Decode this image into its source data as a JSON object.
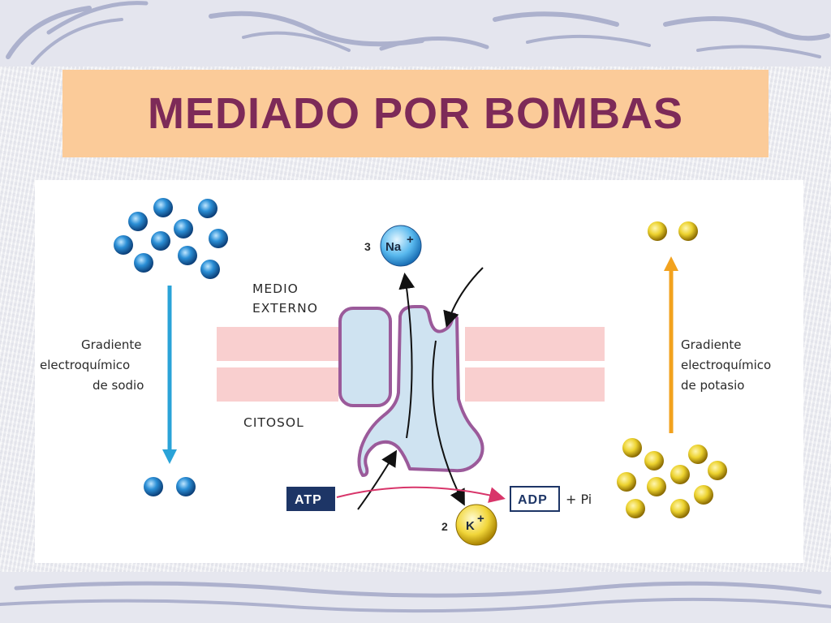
{
  "slide": {
    "title": "MEDIADO POR BOMBAS"
  },
  "diagram": {
    "medio_externo": [
      "MEDIO",
      "EXTERNO"
    ],
    "citosol": "CITOSOL",
    "sodium_gradient": [
      "Gradiente",
      "electroquímico",
      "de sodio"
    ],
    "potassium_gradient": [
      "Gradiente",
      "electroquímico",
      "de potasio"
    ],
    "na_count": "3",
    "na_label": "Na",
    "na_charge": "+",
    "k_count": "2",
    "k_label": "K",
    "k_charge": "+",
    "atp_label": "ATP",
    "adp_label": "ADP",
    "pi_label": "+ Pi",
    "colors": {
      "title_bg": "#fbcb99",
      "title_text": "#7d2a58",
      "sodium": "#1f7fc4",
      "potassium": "#e9c72a",
      "membrane": "#f9cfcf",
      "pump_fill": "#cfe3f1",
      "pump_stroke": "#9b5a9a",
      "sodium_arrow": "#2aa3d8",
      "potassium_arrow": "#f2a21e",
      "atp_box": "#1d3566"
    }
  }
}
